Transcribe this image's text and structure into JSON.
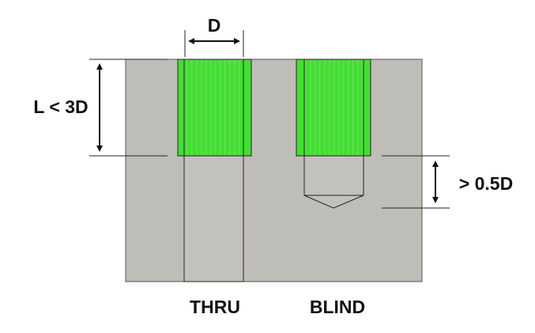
{
  "labels": {
    "diameter": "D",
    "length": "L < 3D",
    "depth": "> 0.5D",
    "thru": "THRU",
    "blind": "BLIND"
  },
  "colors": {
    "block": "#bfbdb8",
    "thread": "#44dd33",
    "line": "#222222"
  }
}
